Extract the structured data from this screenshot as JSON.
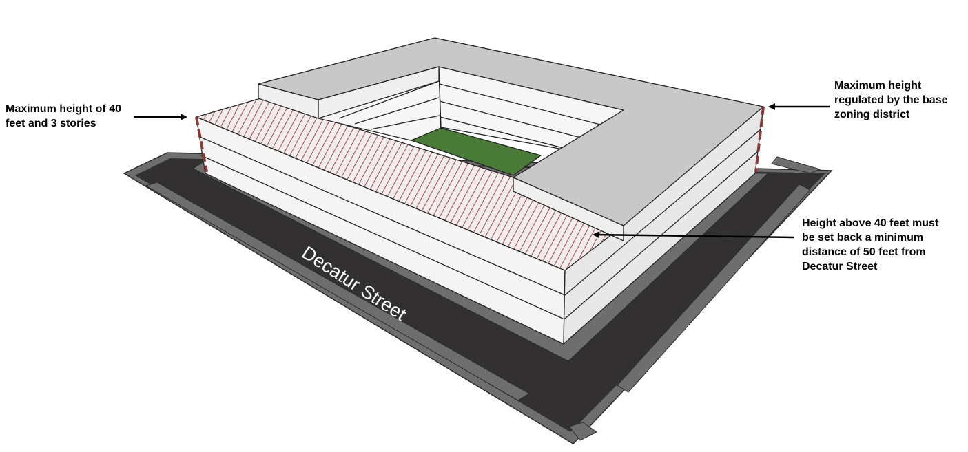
{
  "callouts": {
    "left": {
      "lines": [
        "Maximum height of 40",
        "feet and 3 stories"
      ]
    },
    "right_top": {
      "lines": [
        "Maximum height",
        "regulated by the base",
        "zoning district"
      ]
    },
    "right_mid": {
      "lines": [
        "Height above 40 feet must",
        "be set back a minimum",
        "distance of 50 feet from",
        "Decatur Street"
      ]
    }
  },
  "street": {
    "name": "Decatur Street"
  },
  "colors": {
    "road": "#333031",
    "sidewalk": "#6e6e6e",
    "courtyard": "#4a7a38",
    "upper_roof": "#c8c8c8",
    "lower_roof_hatch": "#8b3a3a",
    "wall": "#f4f4f4",
    "height_marker": "#8b3a3a"
  }
}
